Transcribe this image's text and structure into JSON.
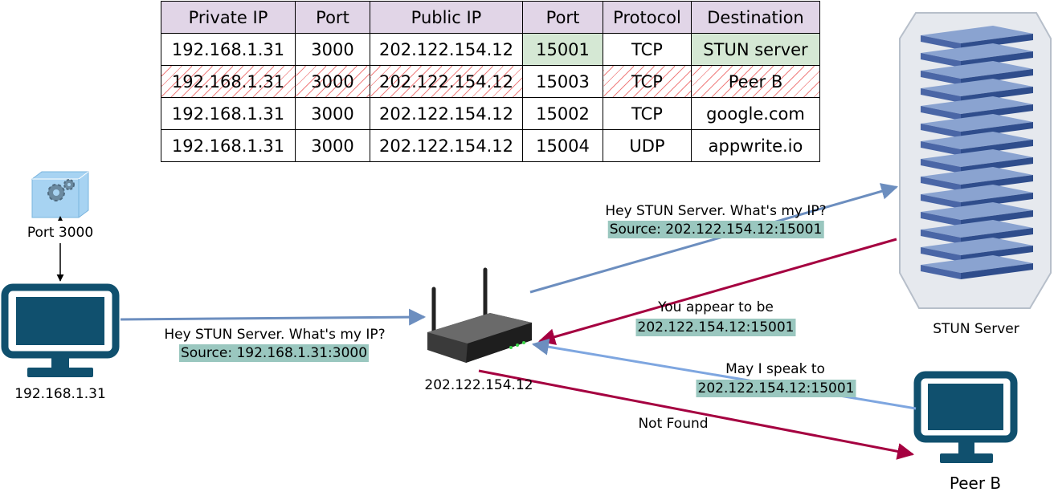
{
  "nat_table": {
    "columns": [
      "Private IP",
      "Port",
      "Public IP",
      "Port",
      "Protocol",
      "Destination"
    ],
    "rows": [
      {
        "private_ip": "192.168.1.31",
        "private_port": "3000",
        "public_ip": "202.122.154.12",
        "public_port": "15001",
        "protocol": "TCP",
        "destination": "STUN server"
      },
      {
        "private_ip": "192.168.1.31",
        "private_port": "3000",
        "public_ip": "202.122.154.12",
        "public_port": "15003",
        "protocol": "TCP",
        "destination": "Peer B"
      },
      {
        "private_ip": "192.168.1.31",
        "private_port": "3000",
        "public_ip": "202.122.154.12",
        "public_port": "15002",
        "protocol": "TCP",
        "destination": "google.com"
      },
      {
        "private_ip": "192.168.1.31",
        "private_port": "3000",
        "public_ip": "202.122.154.12",
        "public_port": "15004",
        "protocol": "UDP",
        "destination": "appwrite.io"
      }
    ]
  },
  "nodes": {
    "app_port": "Port 3000",
    "client_ip": "192.168.1.31",
    "router_ip": "202.122.154.12",
    "stun_server": "STUN Server",
    "peer_b": "Peer B"
  },
  "messages": {
    "client_to_router": {
      "text": "Hey STUN Server. What's my IP?",
      "source": "Source: 192.168.1.31:3000"
    },
    "router_to_stun": {
      "text": "Hey STUN Server. What's my IP?",
      "source": "Source: 202.122.154.12:15001"
    },
    "stun_to_router": {
      "text": "You appear to be",
      "address": "202.122.154.12:15001"
    },
    "peer_to_router": {
      "text": "May I speak to",
      "address": "202.122.154.12:15001"
    },
    "router_to_peer": {
      "text": "Not Found"
    }
  },
  "colors": {
    "request_arrow": "#6c8ebf",
    "response_arrow": "#a50040",
    "highlight": "#9ac7bf",
    "table_header": "#e1d5e7",
    "table_match": "#d5e8d4",
    "monitor": "#10506e"
  }
}
